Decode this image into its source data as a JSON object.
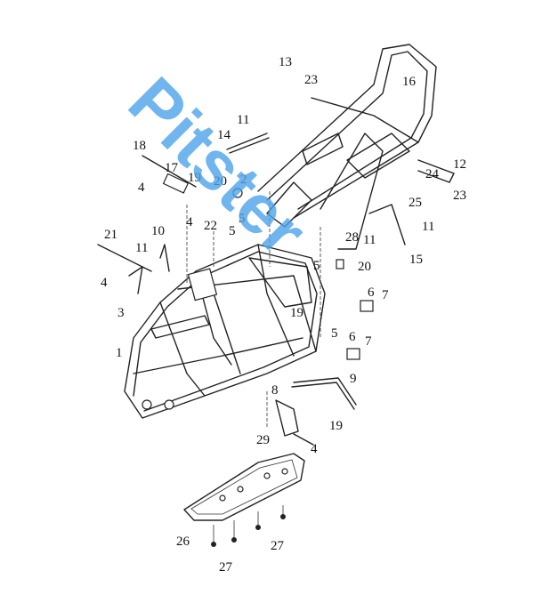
{
  "diagram": {
    "callouts": [
      "13",
      "23",
      "16",
      "11",
      "14",
      "12",
      "24",
      "23",
      "25",
      "18",
      "17",
      "20",
      "2",
      "19",
      "4",
      "4",
      "22",
      "5",
      "5",
      "11",
      "28",
      "11",
      "15",
      "21",
      "10",
      "11",
      "20",
      "5",
      "6",
      "7",
      "4",
      "3",
      "19",
      "5",
      "6",
      "7",
      "1",
      "9",
      "8",
      "19",
      "29",
      "4",
      "26",
      "27",
      "27"
    ]
  },
  "watermark": "Pitster"
}
